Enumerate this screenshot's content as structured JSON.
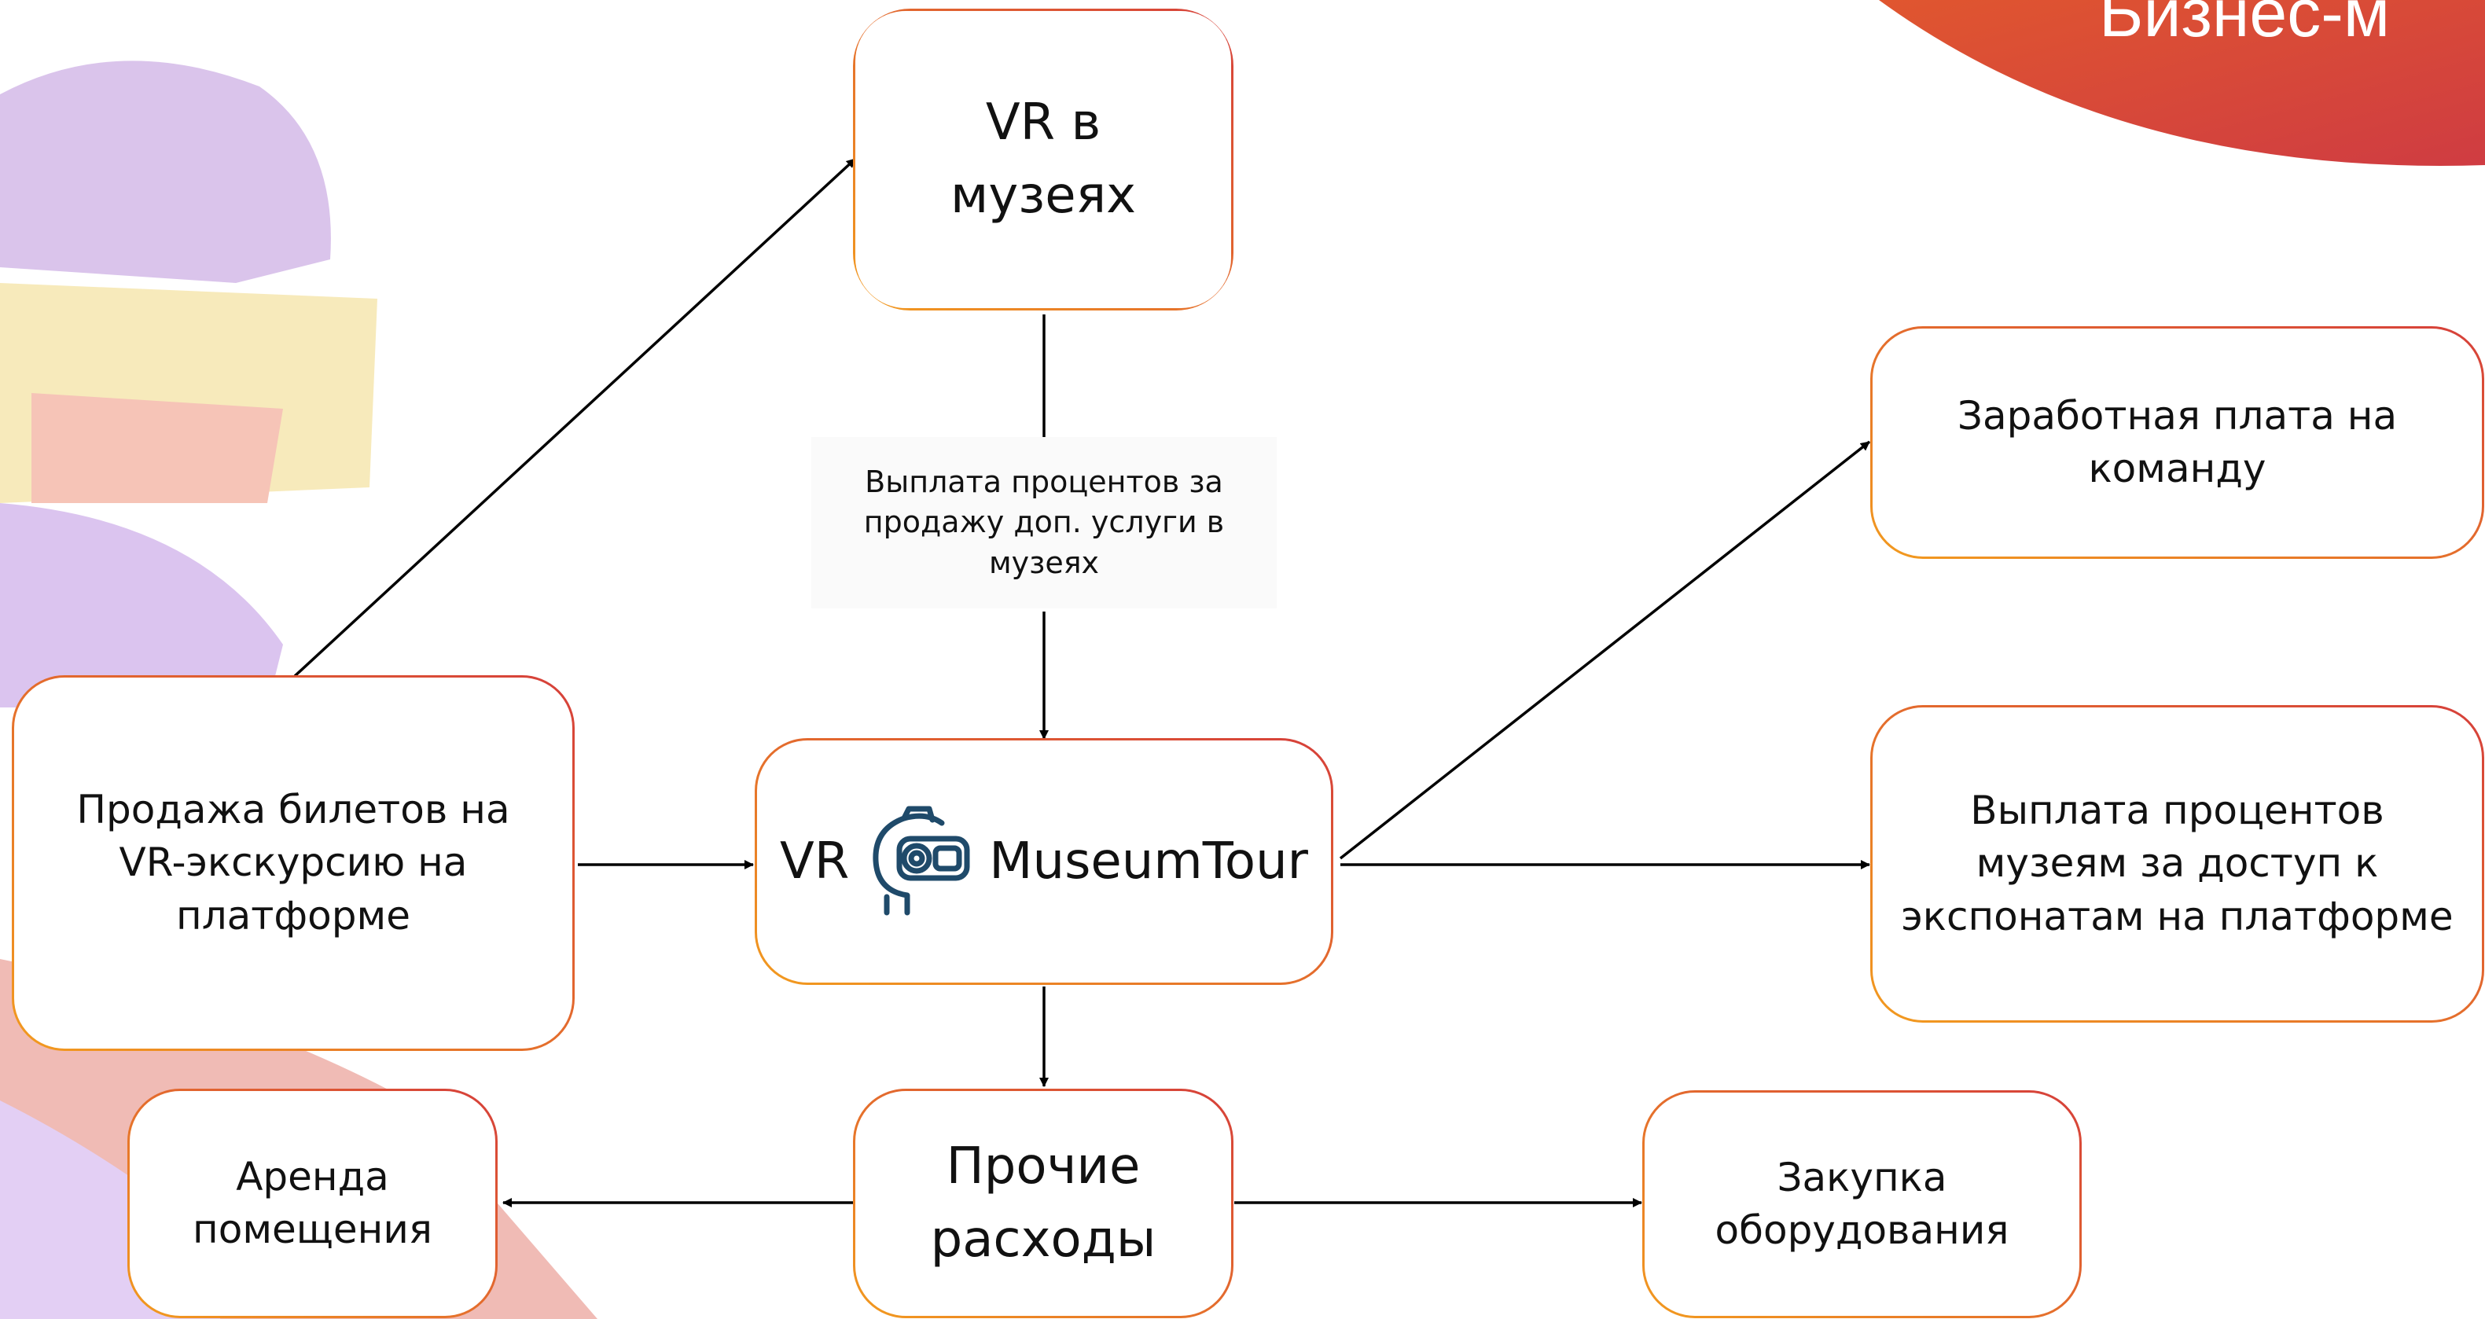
{
  "colors": {
    "border_gradient_start": "#f29a1f",
    "border_gradient_end": "#d6403a",
    "corner_blob_start": "#e0562f",
    "corner_blob_end": "#cf3c42",
    "arrow": "#000000",
    "label_bg": "#fafafa"
  },
  "corner_title": "Бизнес-м",
  "nodes": {
    "vr_museums": "VR в\nмузеях",
    "center": {
      "left": "VR",
      "icon": "vr-headset-person-icon",
      "right": "MuseumTour"
    },
    "ticket_sales": "Продажа билетов на\nVR-экскурсию на\nплатформе",
    "salary": "Заработная плата на\nкоманду",
    "museum_payment": "Выплата процентов\nмузеям за доступ к\nэкспонатам на платформе",
    "other_expenses": "Прочие\nрасходы",
    "rent": "Аренда\nпомещения",
    "equipment": "Закупка\nоборудования"
  },
  "edge_labels": {
    "commission": "Выплата процентов за\nпродажу доп. услуги в\nмузеях"
  }
}
